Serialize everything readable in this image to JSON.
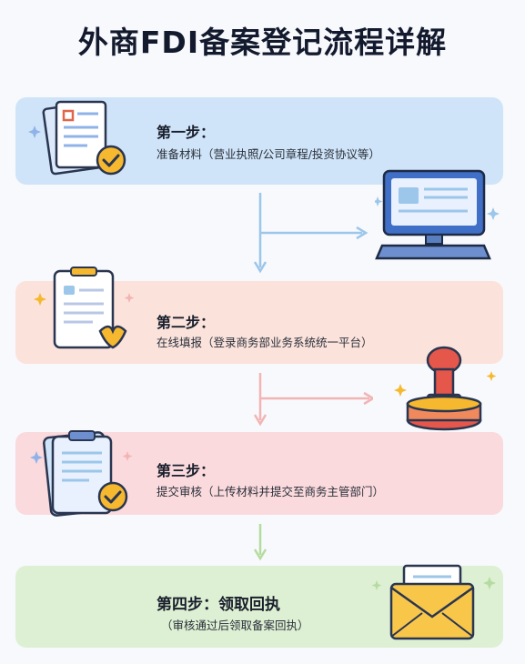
{
  "title": "外商FDI备案登记流程详解",
  "steps": [
    {
      "title": "第一步：",
      "desc": "准备材料（营业执照/公司章程/投资协议等）"
    },
    {
      "title": "第二步：",
      "desc": "在线填报（登录商务部业务系统统一平台）"
    },
    {
      "title": "第三步：",
      "desc": "提交审核（上传材料并提交至商务主管部门）"
    },
    {
      "title": "第四步：领取回执",
      "desc": "（审核通过后领取备案回执）"
    }
  ],
  "colors": {
    "step1": "#cfe4f8",
    "step2": "#fbe3dc",
    "step3": "#fadadd",
    "step4": "#ddf0d3",
    "arrow_blue": "#9cc6ea",
    "arrow_pink": "#f3b4b4",
    "arrow_green": "#b5dca0"
  },
  "icons": {
    "step1": "document-check-icon",
    "step2": "clipboard-form-icon",
    "step3": "clipboard-check-icon",
    "step4": "envelope-icon",
    "between_1_2": "computer-monitor-icon",
    "between_2_3": "rubber-stamp-icon"
  }
}
